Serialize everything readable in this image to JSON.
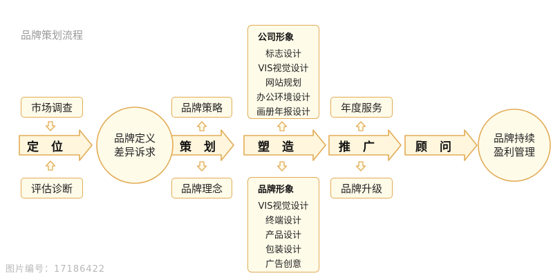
{
  "title": "品牌策划流程",
  "colors": {
    "border": "#e2ab55",
    "fill": "#fffbe9",
    "arrowFill": "#fff6dd"
  },
  "stages": [
    "定 位",
    "策 划",
    "塑 造",
    "推 广",
    "顾 问"
  ],
  "positioning": {
    "top": "市场调查",
    "bottom": "评估诊断"
  },
  "circle_left": [
    "品牌定义",
    "差异诉求"
  ],
  "planning": {
    "top": "品牌策略",
    "bottom": "品牌理念"
  },
  "company_image": {
    "heading": "公司形象",
    "items": [
      "标志设计",
      "VIS视觉设计",
      "网站规划",
      "办公环境设计",
      "画册年报设计"
    ]
  },
  "brand_image": {
    "heading": "品牌形象",
    "items": [
      "VIS视觉设计",
      "终端设计",
      "产品设计",
      "包装设计",
      "广告创意"
    ]
  },
  "promotion": {
    "top": "年度服务",
    "bottom": "品牌升级"
  },
  "circle_right": [
    "品牌持续",
    "盈利管理"
  ],
  "watermark": "图片编号：17186422"
}
